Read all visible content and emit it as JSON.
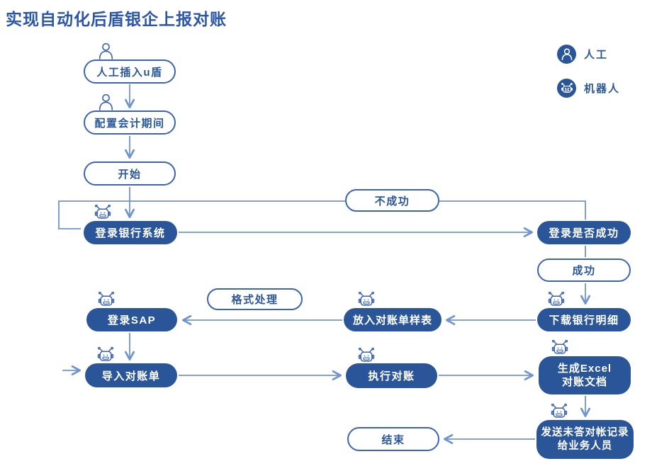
{
  "title": "实现自动化后盾银企上报对账",
  "legend": {
    "items": [
      {
        "icon": "person-icon",
        "label": "人工"
      },
      {
        "icon": "robot-icon",
        "label": "机器人"
      }
    ]
  },
  "nodes": {
    "insert_ukey": {
      "label": "人工插入u盾"
    },
    "config_period": {
      "label": "配置会计期间"
    },
    "start": {
      "label": "开始"
    },
    "fail_label": {
      "label": "不成功"
    },
    "login_bank": {
      "label": "登录银行系统"
    },
    "login_check": {
      "label": "登录是否成功"
    },
    "success_label": {
      "label": "成功"
    },
    "format_label": {
      "label": "格式处理"
    },
    "login_sap": {
      "label": "登录SAP"
    },
    "put_template": {
      "label": "放入对账单样表"
    },
    "download_detail": {
      "label": "下载银行明细"
    },
    "import_statement": {
      "label": "导入对账单"
    },
    "execute_recon": {
      "label": "执行对账"
    },
    "gen_excel": {
      "line1": "生成Excel",
      "line2": "对账文档"
    },
    "send_records": {
      "line1": "发送未答对帐记录",
      "line2": "给业务人员"
    },
    "end": {
      "label": "结束"
    }
  },
  "colors": {
    "node_fill": "#2A5699",
    "node_outline": "#3C64B0",
    "node_text": "#2B5797",
    "connector": "#7094CE",
    "title": "#2C56A9",
    "background": "#FFFFFF"
  }
}
